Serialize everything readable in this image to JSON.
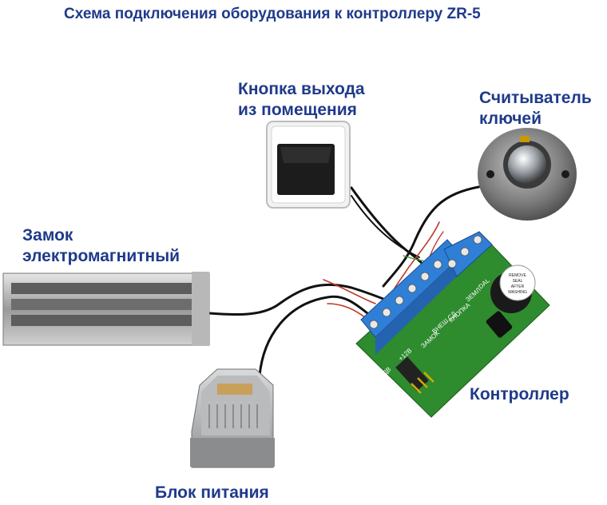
{
  "title": "Схема подключения оборудования к контроллеру ZR-5",
  "labels": {
    "exit_button": [
      "Кнопка выхода",
      "из помещения"
    ],
    "reader": [
      "Считыватель",
      "ключей"
    ],
    "lock": [
      "Замок",
      "электромагнитный"
    ],
    "controller": "Контроллер",
    "power_supply": "Блок питания"
  },
  "terminals": {
    "bottom_row": [
      "ДВ",
      "+12В",
      "ЗАМОК",
      "ВНЕШ.СД",
      "КНОПКА",
      "ЗЕМЛ",
      "DAL"
    ]
  },
  "buzzer_seal": [
    "REMOVE",
    "SEAL",
    "AFTER",
    "WASHING"
  ],
  "colors": {
    "label_text": "#1f3a8a",
    "pcb": "#2e8b2e",
    "terminal_block": "#2f7fd6",
    "wire_black": "#111111",
    "wire_red": "#c0392b"
  }
}
